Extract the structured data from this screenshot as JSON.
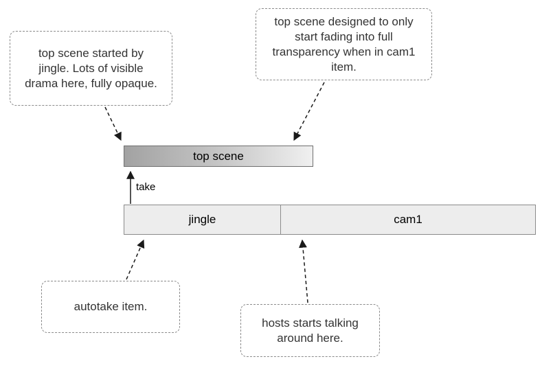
{
  "diagram": {
    "callouts": {
      "top_left": {
        "text": "top scene started by\njingle. Lots of visible\ndrama here, fully opaque."
      },
      "top_right": {
        "text": "top scene designed to only\nstart fading into full\ntransparency when in cam1\nitem."
      },
      "bottom_left": {
        "text": "autotake item."
      },
      "bottom_center": {
        "text": "hosts starts talking\naround here."
      }
    },
    "bars": {
      "top_scene": {
        "label": "top scene"
      },
      "jingle": {
        "label": "jingle"
      },
      "cam1": {
        "label": "cam1"
      }
    },
    "arrows": {
      "take_label": "take"
    },
    "colors": {
      "callout_border": "#8a8a8a",
      "bar_border": "#8a8a8a",
      "bar_fill": "#ededed",
      "top_scene_gradient_start": "#a2a2a2",
      "top_scene_gradient_end": "#f0f0f0",
      "text": "#333333",
      "arrow": "#1a1a1a"
    }
  }
}
